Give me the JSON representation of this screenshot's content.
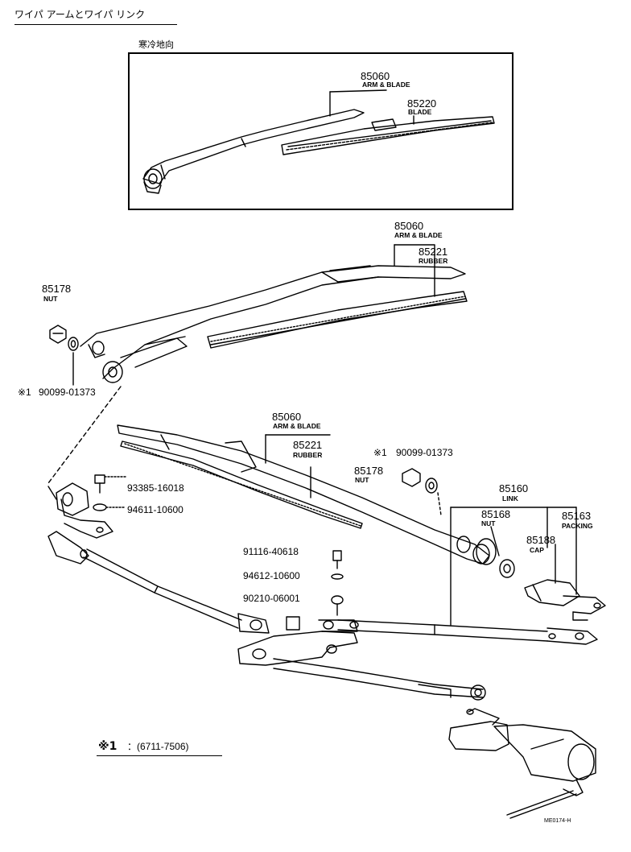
{
  "title": "ワイパ アームとワイパ リンク",
  "inset": {
    "region_label": "寒冷地向",
    "arm_blade": {
      "part_no": "85060",
      "name": "ARM & BLADE"
    },
    "blade": {
      "part_no": "85220",
      "name": "BLADE"
    }
  },
  "parts": {
    "arm_blade_upper": {
      "part_no": "85060",
      "name": "ARM & BLADE"
    },
    "rubber_upper": {
      "part_no": "85221",
      "name": "RUBBER"
    },
    "nut_left": {
      "part_no": "85178",
      "name": "NUT"
    },
    "washer_left": {
      "mark": "※1",
      "part_no": "90099-01373"
    },
    "arm_blade_lower": {
      "part_no": "85060",
      "name": "ARM & BLADE"
    },
    "rubber_lower": {
      "part_no": "85221",
      "name": "RUBBER"
    },
    "washer_right": {
      "mark": "※1",
      "part_no": "90099-01373"
    },
    "nut_right": {
      "part_no": "85178",
      "name": "NUT"
    },
    "bolt_pivot": {
      "part_no": "93385-16018"
    },
    "washer_pivot": {
      "part_no": "94611-10600"
    },
    "link": {
      "part_no": "85160",
      "name": "LINK"
    },
    "nut_link": {
      "part_no": "85168",
      "name": "NUT"
    },
    "packing": {
      "part_no": "85163",
      "name": "PACKING"
    },
    "cap": {
      "part_no": "85188",
      "name": "CAP"
    },
    "bolt_link": {
      "part_no": "91116-40618"
    },
    "washer_link": {
      "part_no": "94612-10600"
    },
    "bushing": {
      "part_no": "90210-06001"
    }
  },
  "footnote": {
    "mark": "※1",
    "range": "：(6711-7506)"
  },
  "drawing_code": "ME0174-H"
}
